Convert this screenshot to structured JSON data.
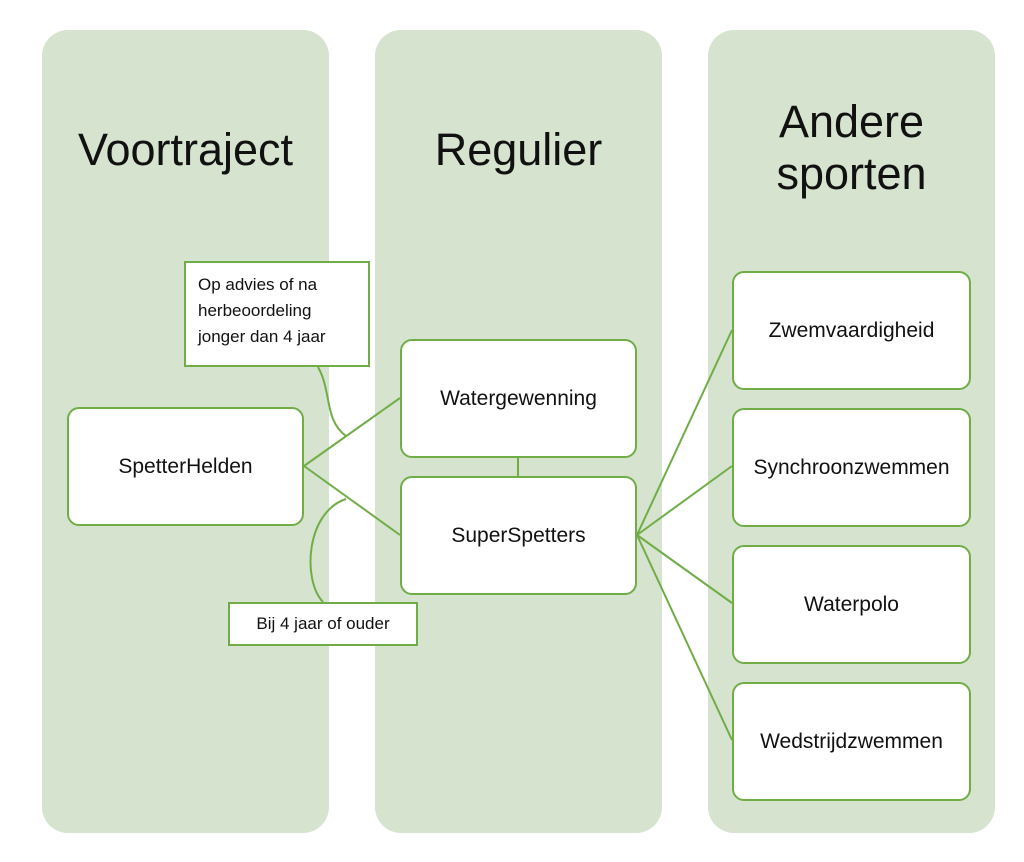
{
  "lanes": {
    "voortraject": {
      "title": "Voortraject"
    },
    "regulier": {
      "title": "Regulier"
    },
    "andere": {
      "title": "Andere\nsporten"
    }
  },
  "nodes": {
    "spetterhelden": "SpetterHelden",
    "watergewenning": "Watergewenning",
    "superspetters": "SuperSpetters",
    "zwemvaardigheid": "Zwemvaardigheid",
    "synchroonzwemmen": "Synchroonzwemmen",
    "waterpolo": "Waterpolo",
    "wedstrijdzwemmen": "Wedstrijdzwemmen"
  },
  "callouts": {
    "advies": "Op advies of na\nherbeoordeling\njonger dan 4 jaar",
    "ouder": "Bij 4 jaar of ouder"
  },
  "colors": {
    "lane_fill": "#d5e3cf",
    "accent_green": "#70ad47",
    "node_fill": "#ffffff",
    "text": "#111111"
  }
}
